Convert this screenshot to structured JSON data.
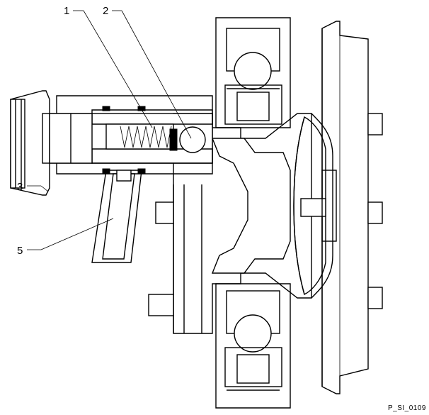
{
  "callouts": [
    {
      "id": "1",
      "label": "1"
    },
    {
      "id": "2",
      "label": "2"
    },
    {
      "id": "3",
      "label": "3"
    },
    {
      "id": "5",
      "label": "5"
    }
  ],
  "reference_code": "P_SI_0109",
  "colors": {
    "line": "#000000",
    "background": "#ffffff"
  }
}
